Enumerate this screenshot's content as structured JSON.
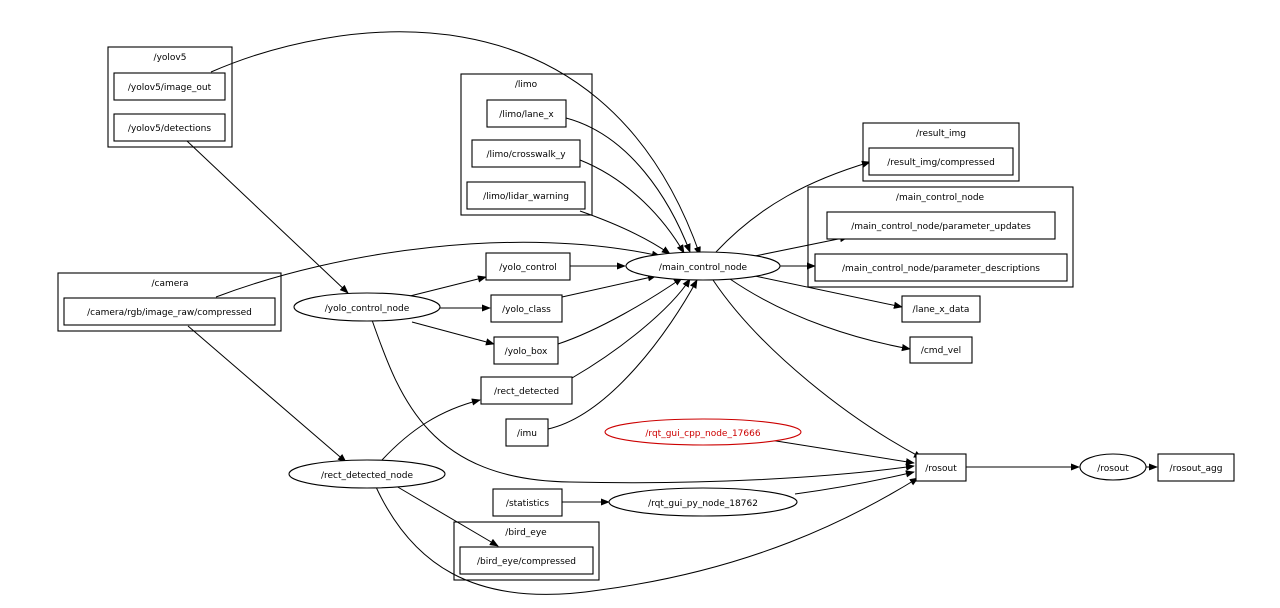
{
  "colors": {
    "background": "#ffffff",
    "line": "#000000",
    "highlight": "#cc0000"
  },
  "clusters": {
    "yolov5": "/yolov5",
    "limo": "/limo",
    "camera": "/camera",
    "result_img": "/result_img",
    "main_control_node": "/main_control_node",
    "bird_eye": "/bird_eye"
  },
  "topics": {
    "yolov5_image_out": "/yolov5/image_out",
    "yolov5_detections": "/yolov5/detections",
    "limo_lane_x": "/limo/lane_x",
    "limo_crosswalk_y": "/limo/crosswalk_y",
    "limo_lidar_warning": "/limo/lidar_warning",
    "camera_compressed": "/camera/rgb/image_raw/compressed",
    "result_img_compressed": "/result_img/compressed",
    "param_updates": "/main_control_node/parameter_updates",
    "param_descriptions": "/main_control_node/parameter_descriptions",
    "yolo_control": "/yolo_control",
    "yolo_class": "/yolo_class",
    "yolo_box": "/yolo_box",
    "rect_detected": "/rect_detected",
    "imu": "/imu",
    "lane_x_data": "/lane_x_data",
    "cmd_vel": "/cmd_vel",
    "statistics": "/statistics",
    "bird_eye_compressed": "/bird_eye/compressed",
    "rosout": "/rosout",
    "rosout_agg": "/rosout_agg"
  },
  "nodes": {
    "main_control_node": "/main_control_node",
    "yolo_control_node": "/yolo_control_node",
    "rect_detected_node": "/rect_detected_node",
    "rqt_gui_cpp_node": "/rqt_gui_cpp_node_17666",
    "rqt_gui_py_node": "/rqt_gui_py_node_18762",
    "rosout_node": "/rosout"
  }
}
